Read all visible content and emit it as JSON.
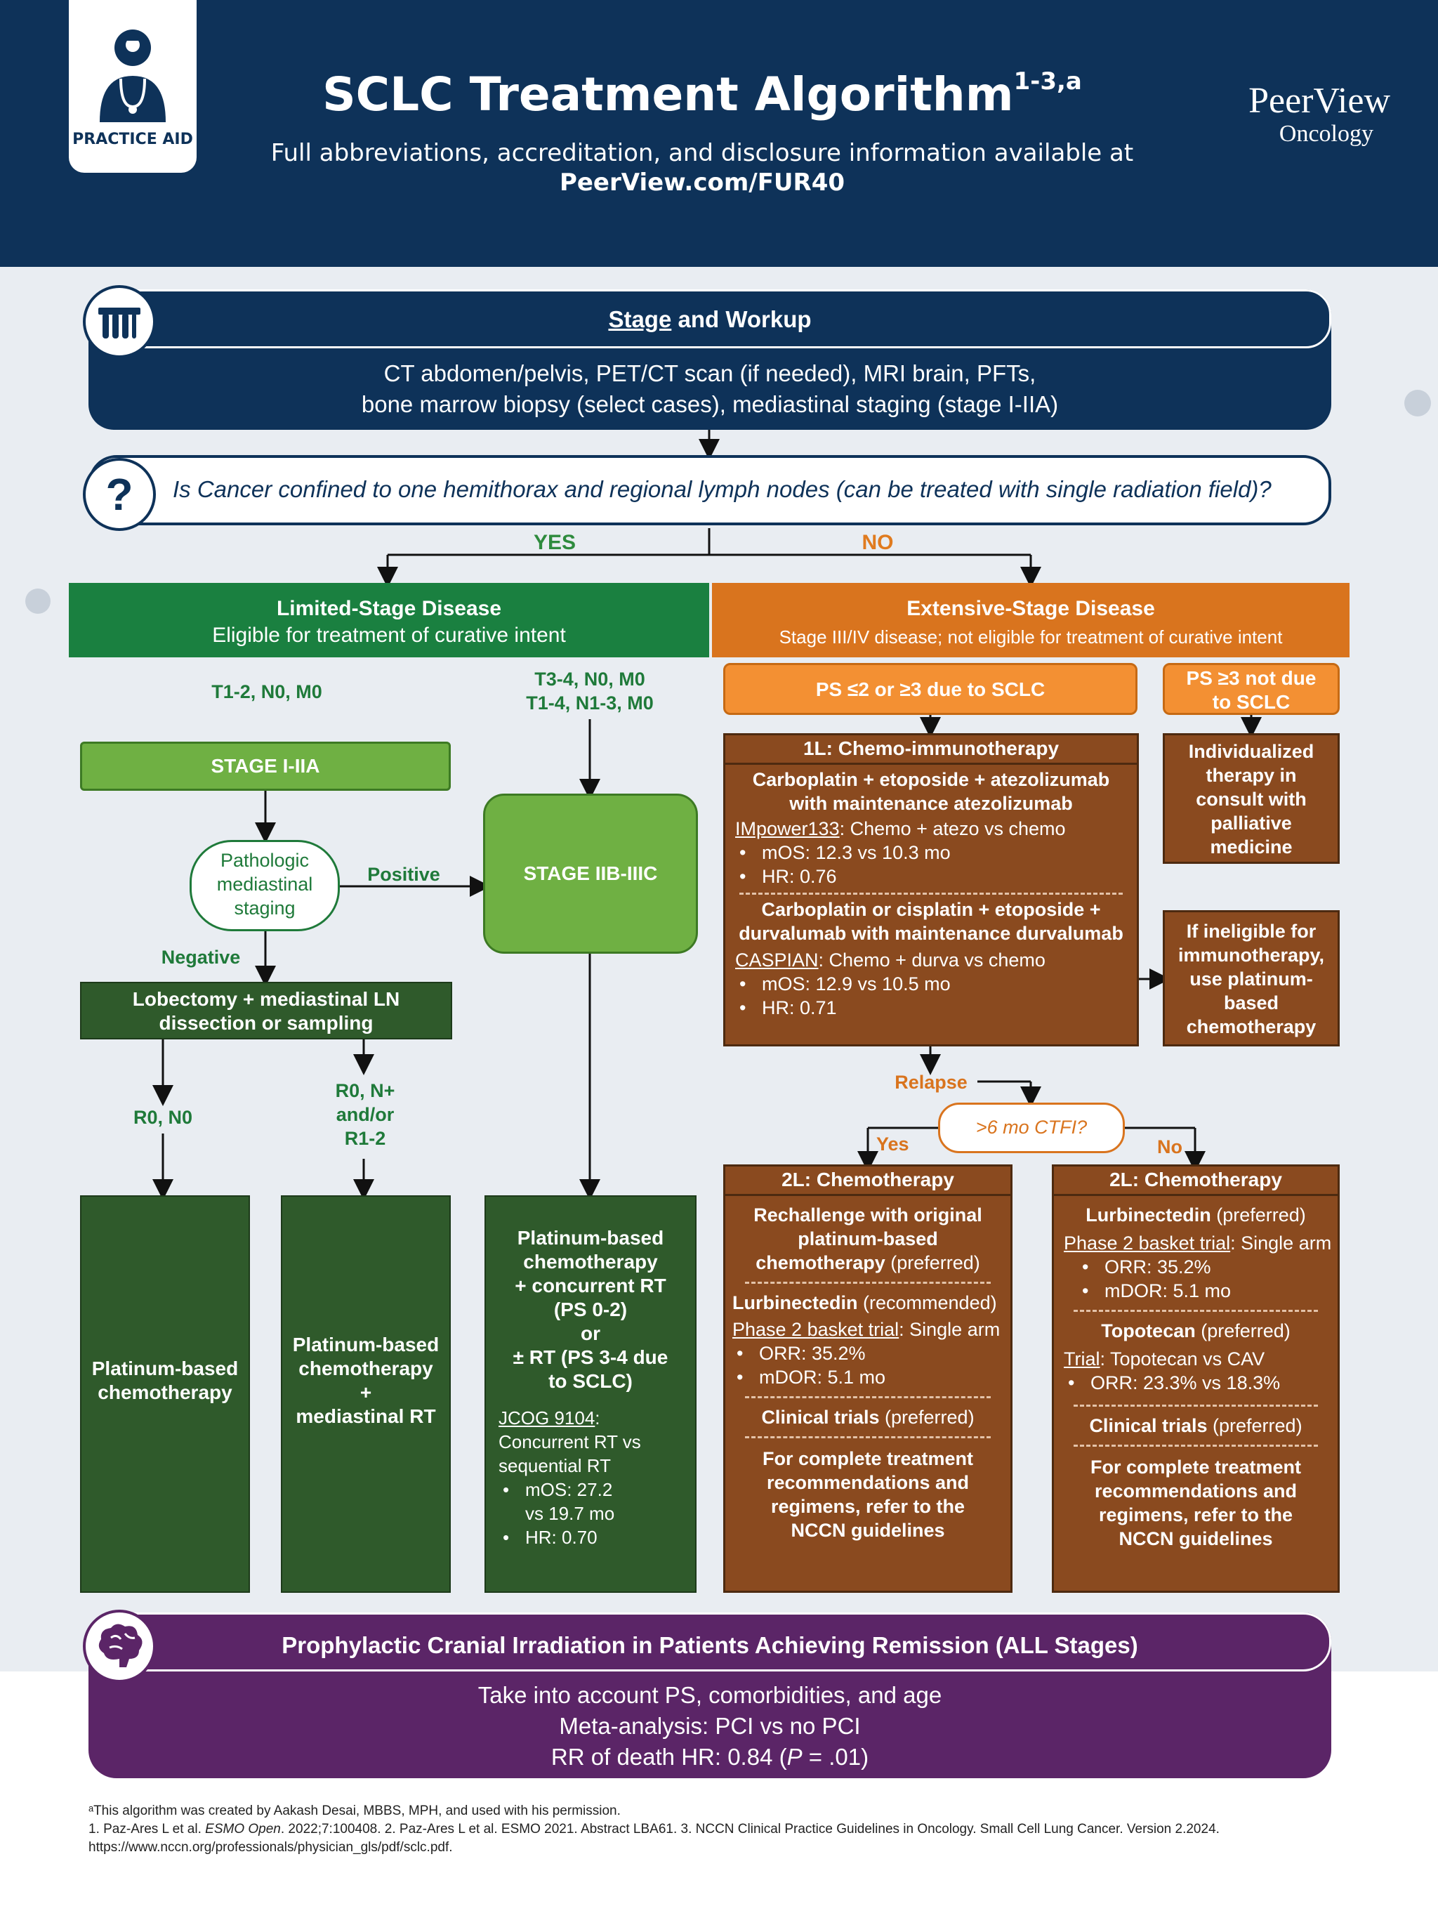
{
  "header": {
    "badge_label": "PRACTICE AID",
    "title": "SCLC Treatment Algorithm",
    "title_sup": "1-3,a",
    "subtitle": "Full abbreviations, accreditation, and disclosure information available at",
    "link": "PeerView.com/FUR40",
    "brand_line1": "PeerView",
    "brand_line2": "Oncology"
  },
  "workup": {
    "title_underlined": "Stage",
    "title_rest": " and Workup",
    "line1": "CT abdomen/pelvis, PET/CT scan (if needed), MRI brain, PFTs,",
    "line2": "bone marrow biopsy (select cases), mediastinal staging (stage I-IIA)"
  },
  "question": {
    "mark": "?",
    "text": "Is Cancer confined to one hemithorax and regional lymph nodes (can be treated with single radiation field)?",
    "yes": "YES",
    "no": "NO"
  },
  "limited": {
    "title": "Limited-Stage Disease",
    "subtitle": "Eligible for treatment of curative intent",
    "t_left": "T1-2, N0, M0",
    "t_right1": "T3-4, N0, M0",
    "t_right2": "T1-4, N1-3, M0",
    "stage_1": "STAGE I-IIA",
    "stage_2": "STAGE IIB-IIIC",
    "pathologic1": "Pathologic",
    "pathologic2": "mediastinal",
    "pathologic3": "staging",
    "positive": "Positive",
    "negative": "Negative",
    "lobectomy1": "Lobectomy + mediastinal LN",
    "lobectomy2": "dissection or sampling",
    "r0n0": "R0, N0",
    "r0n1": "R0, N+",
    "r0n2": "and/or",
    "r0n3": "R1-2",
    "box1_1": "Platinum-based",
    "box1_2": "chemotherapy",
    "box2_1": "Platinum-based",
    "box2_2": "chemotherapy",
    "box2_3": "+",
    "box2_4": "mediastinal RT",
    "box3_1": "Platinum-based",
    "box3_2": "chemotherapy",
    "box3_3": "+ concurrent RT",
    "box3_4": "(PS 0-2)",
    "box3_5": "or",
    "box3_6": "± RT (PS 3-4 due",
    "box3_7": "to SCLC)",
    "jcog_trial": "JCOG 9104",
    "jcog_colon": ":",
    "jcog_1": "Concurrent RT vs",
    "jcog_2": "sequential RT",
    "jcog_b1a": "mOS: 27.2",
    "jcog_b1b": "vs 19.7 mo",
    "jcog_b2": "HR: 0.70"
  },
  "extensive": {
    "title": "Extensive-Stage Disease",
    "subtitle": "Stage III/IV disease; not eligible for treatment of curative intent",
    "ps_left": "PS ≤2 or ≥3 due to SCLC",
    "ps_right1": "PS ≥3 not due",
    "ps_right2": "to SCLC",
    "first_line_hdr": "1L: Chemo-immunotherapy",
    "regimen1_l1": "Carboplatin + etoposide + atezolizumab",
    "regimen1_l2": "with maintenance atezolizumab",
    "trial1_name": "IMpower133",
    "trial1_rest": ": Chemo + atezo vs chemo",
    "trial1_b1": "mOS: 12.3 vs 10.3 mo",
    "trial1_b2": "HR: 0.76",
    "regimen2_l1": "Carboplatin or cisplatin + etoposide +",
    "regimen2_l2": "durvalumab with maintenance durvalumab",
    "trial2_name": "CASPIAN",
    "trial2_rest": ": Chemo + durva vs chemo",
    "trial2_b1": "mOS: 12.9 vs 10.5 mo",
    "trial2_b2": "HR: 0.71",
    "indiv_1": "Individualized",
    "indiv_2": "therapy in",
    "indiv_3": "consult with",
    "indiv_4": "palliative",
    "indiv_5": "medicine",
    "inel_1": "If ineligible for",
    "inel_2": "immunotherapy,",
    "inel_3": "use platinum-",
    "inel_4": "based",
    "inel_5": "chemotherapy",
    "relapse": "Relapse",
    "ctfi": ">6 mo CTFI?",
    "yes": "Yes",
    "no": "No",
    "left2L": {
      "hdr": "2L: Chemotherapy",
      "r1_l1": "Rechallenge with original",
      "r1_l2": "platinum-based",
      "r1_l3": "chemotherapy",
      "r1_pref": " (preferred)",
      "lurb": "Lurbinectedin",
      "lurb_tag": " (recommended)",
      "trial": "Phase 2 basket trial",
      "trial_rest": ": Single arm",
      "b1": "ORR: 35.2%",
      "b2": "mDOR: 5.1 mo",
      "ct": "Clinical trials",
      "ct_tag": " (preferred)",
      "f1": "For complete treatment",
      "f2": "recommendations and",
      "f3": "regimens, refer to the",
      "f4": "NCCN guidelines"
    },
    "right2L": {
      "hdr": "2L: Chemotherapy",
      "lurb": "Lurbinectedin",
      "lurb_tag": " (preferred)",
      "trial": "Phase 2 basket trial",
      "trial_rest": ": Single arm",
      "b1": "ORR: 35.2%",
      "b2": "mDOR: 5.1 mo",
      "topo": "Topotecan",
      "topo_tag": " (preferred)",
      "trial2": "Trial",
      "trial2_rest": ": Topotecan vs CAV",
      "b3": "ORR: 23.3% vs 18.3%",
      "ct": "Clinical trials",
      "ct_tag": " (preferred)",
      "f1": "For complete treatment",
      "f2": "recommendations and",
      "f3": "regimens, refer to the",
      "f4": "NCCN guidelines"
    }
  },
  "pci": {
    "title": "Prophylactic Cranial Irradiation in Patients Achieving Remission (ALL Stages)",
    "line1": "Take into account PS, comorbidities, and age",
    "line2": "Meta-analysis: PCI vs no PCI",
    "line3_pre": "RR of death HR: 0.84 (",
    "line3_p": "P",
    "line3_post": " = .01)"
  },
  "footnotes": {
    "a": "ᵃThis algorithm was created by Aakash Desai, MBBS, MPH, and used with his permission.",
    "refs_pre": "1. Paz-Ares L et al. ",
    "refs_journal": "ESMO Open",
    "refs_post": ". 2022;7:100408. 2. Paz-Ares L et al. ESMO 2021. Abstract LBA61. 3. NCCN Clinical Practice Guidelines in Oncology. Small Cell Lung Cancer. Version 2.2024.",
    "url": "https://www.nccn.org/professionals/physician_gls/pdf/sclc.pdf."
  },
  "colors": {
    "navy": "#0e3259",
    "green": "#1a8040",
    "light_green": "#6fb043",
    "dark_green": "#2f5a2b",
    "orange": "#d9741e",
    "brown": "#8a4a1f",
    "purple": "#5b2567"
  }
}
